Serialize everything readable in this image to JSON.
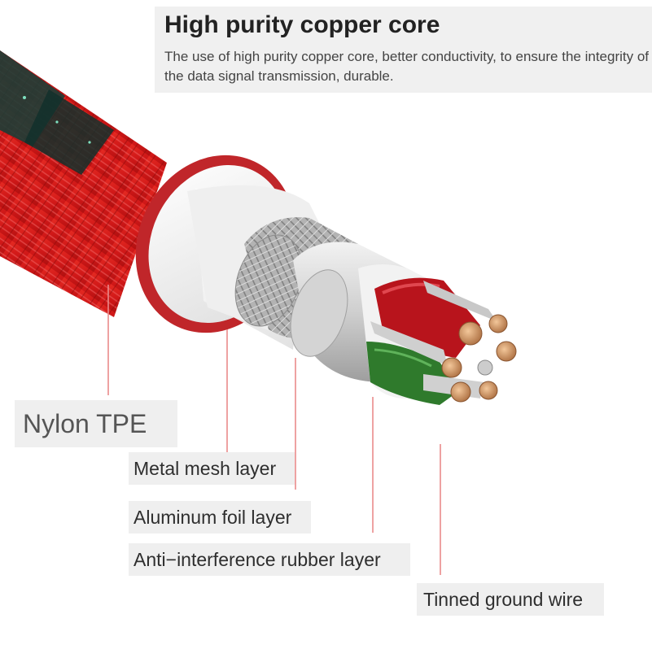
{
  "header": {
    "title": "High purity copper core",
    "description": "The use of high purity copper core, better conductivity, to ensure the integrity of the data signal transmission, durable."
  },
  "labels": {
    "nylon": "Nylon TPE",
    "mesh": "Metal mesh layer",
    "foil": "Aluminum foil layer",
    "rubber": "Anti−interference rubber layer",
    "ground": "Tinned ground wire"
  },
  "colors": {
    "nylon_red": "#d81c1c",
    "braid_dark": "#15302a",
    "jacket_white": "#f4f4f4",
    "inner_ring_red": "#c0262a",
    "mesh_gray": "#a8a8a8",
    "foil_silver": "#d9d9d9",
    "wire_red": "#b8141c",
    "wire_green": "#2f7a2c",
    "copper": "#c98a55",
    "leader_line": "#e98a8a"
  }
}
